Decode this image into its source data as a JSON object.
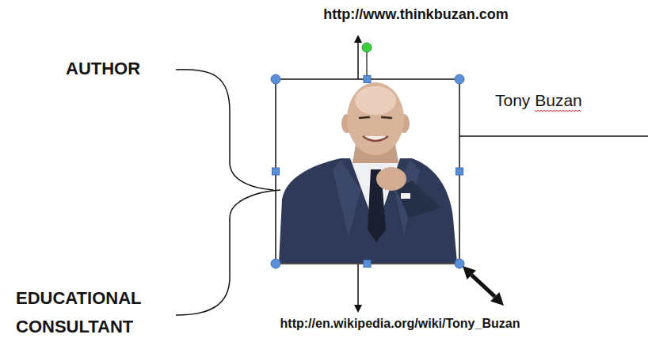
{
  "diagram": {
    "labels": [
      "http://www.thinkbuzan.com",
      "AUTHOR",
      "Tony Buzan",
      "EDUCATIONAL CONSULTANT",
      "http://en.wikipedia.org/wiki/Tony_Buzan"
    ]
  }
}
